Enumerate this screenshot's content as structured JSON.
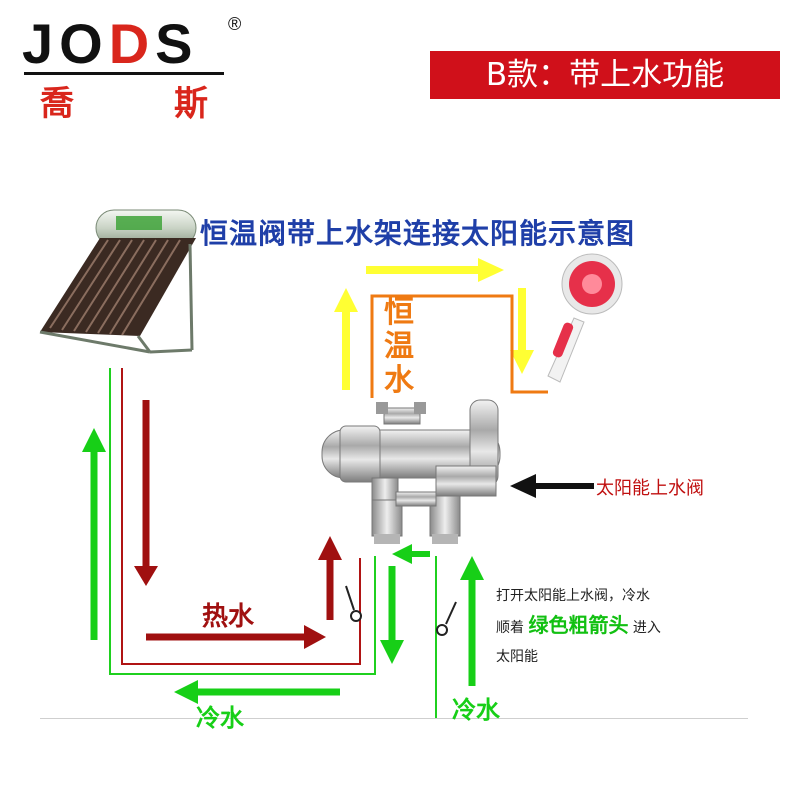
{
  "brand": {
    "logo_text_1": "JO",
    "logo_text_2": "D",
    "logo_text_3": "S",
    "registered": "®",
    "cn_char_1": "喬",
    "cn_char_2": "斯"
  },
  "badge_text": "B款：带上水功能",
  "title": "恒温阀带上水架连接太阳能示意图",
  "labels": {
    "constant_temp_water": "恒温水",
    "hot_water": "热水",
    "cold_water_1": "冷水",
    "cold_water_2": "冷水",
    "solar_inlet_valve": "太阳能上水阀"
  },
  "note": {
    "part1": "打开太阳能上水阀，冷水",
    "part2": "顺着",
    "highlight": "绿色粗箭头",
    "part3": "进入",
    "part4": "太阳能"
  },
  "colors": {
    "brand_red": "#d9261c",
    "badge_red": "#d0101a",
    "title_blue": "#1f3fa8",
    "hot_red": "#a01010",
    "cold_green": "#17cf17",
    "mix_orange": "#ef7a12",
    "mix_yellow": "#ffff33"
  }
}
